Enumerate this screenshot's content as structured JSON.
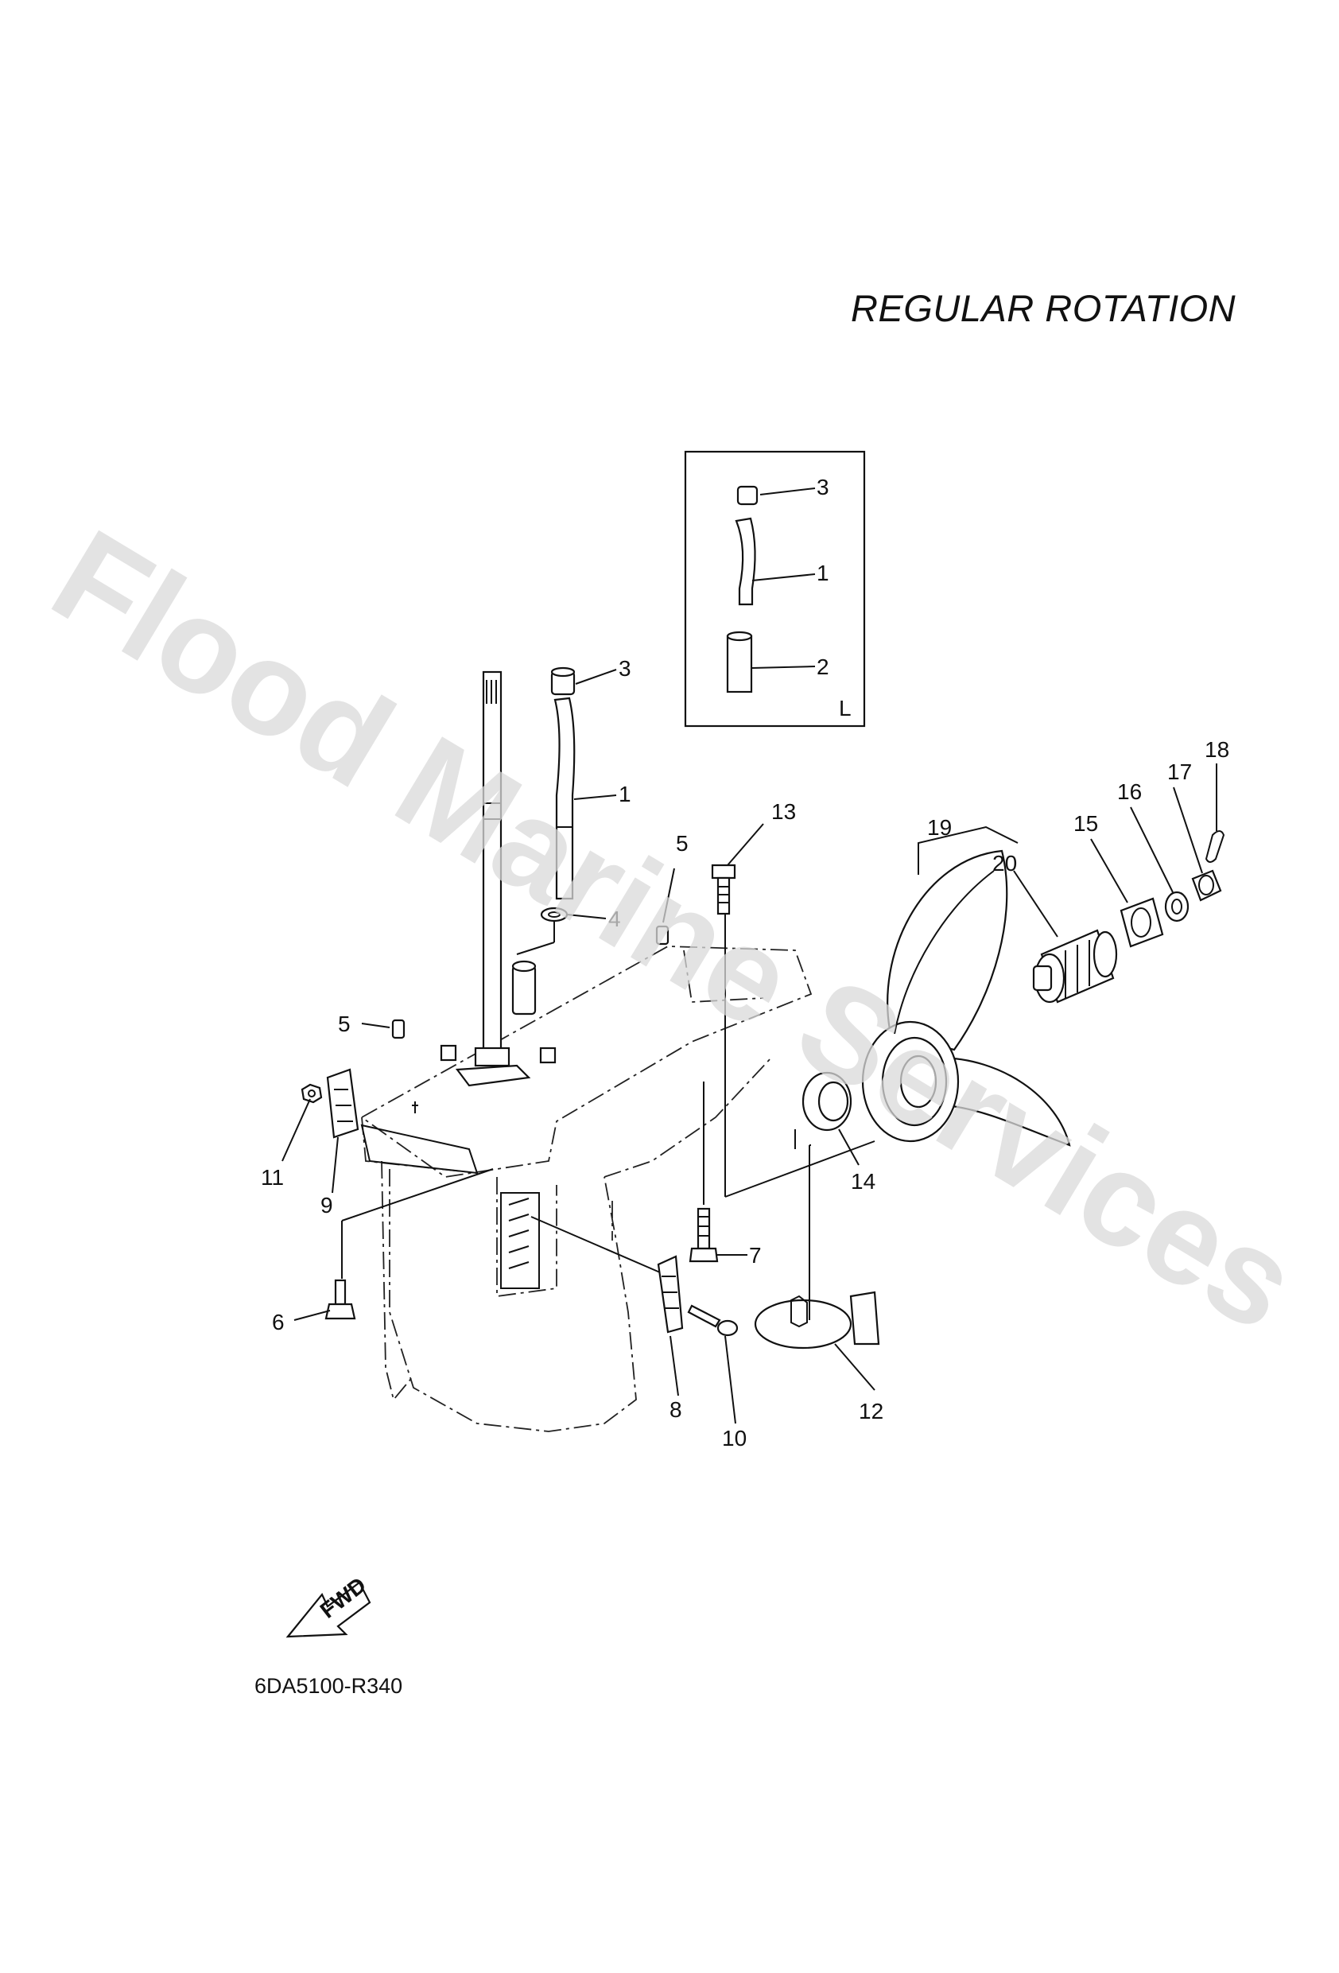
{
  "diagram": {
    "heading": "REGULAR ROTATION",
    "figure_code": "6DA5100-R340",
    "watermark": "Flood Marine Services",
    "fwd_label": "FWD",
    "inset_label": "L",
    "inset_callouts": [
      "3",
      "1",
      "2"
    ],
    "callouts": [
      "1",
      "2",
      "3",
      "4",
      "5",
      "6",
      "7",
      "8",
      "9",
      "10",
      "11",
      "12",
      "13",
      "14",
      "15",
      "16",
      "17",
      "18",
      "19",
      "20"
    ]
  }
}
